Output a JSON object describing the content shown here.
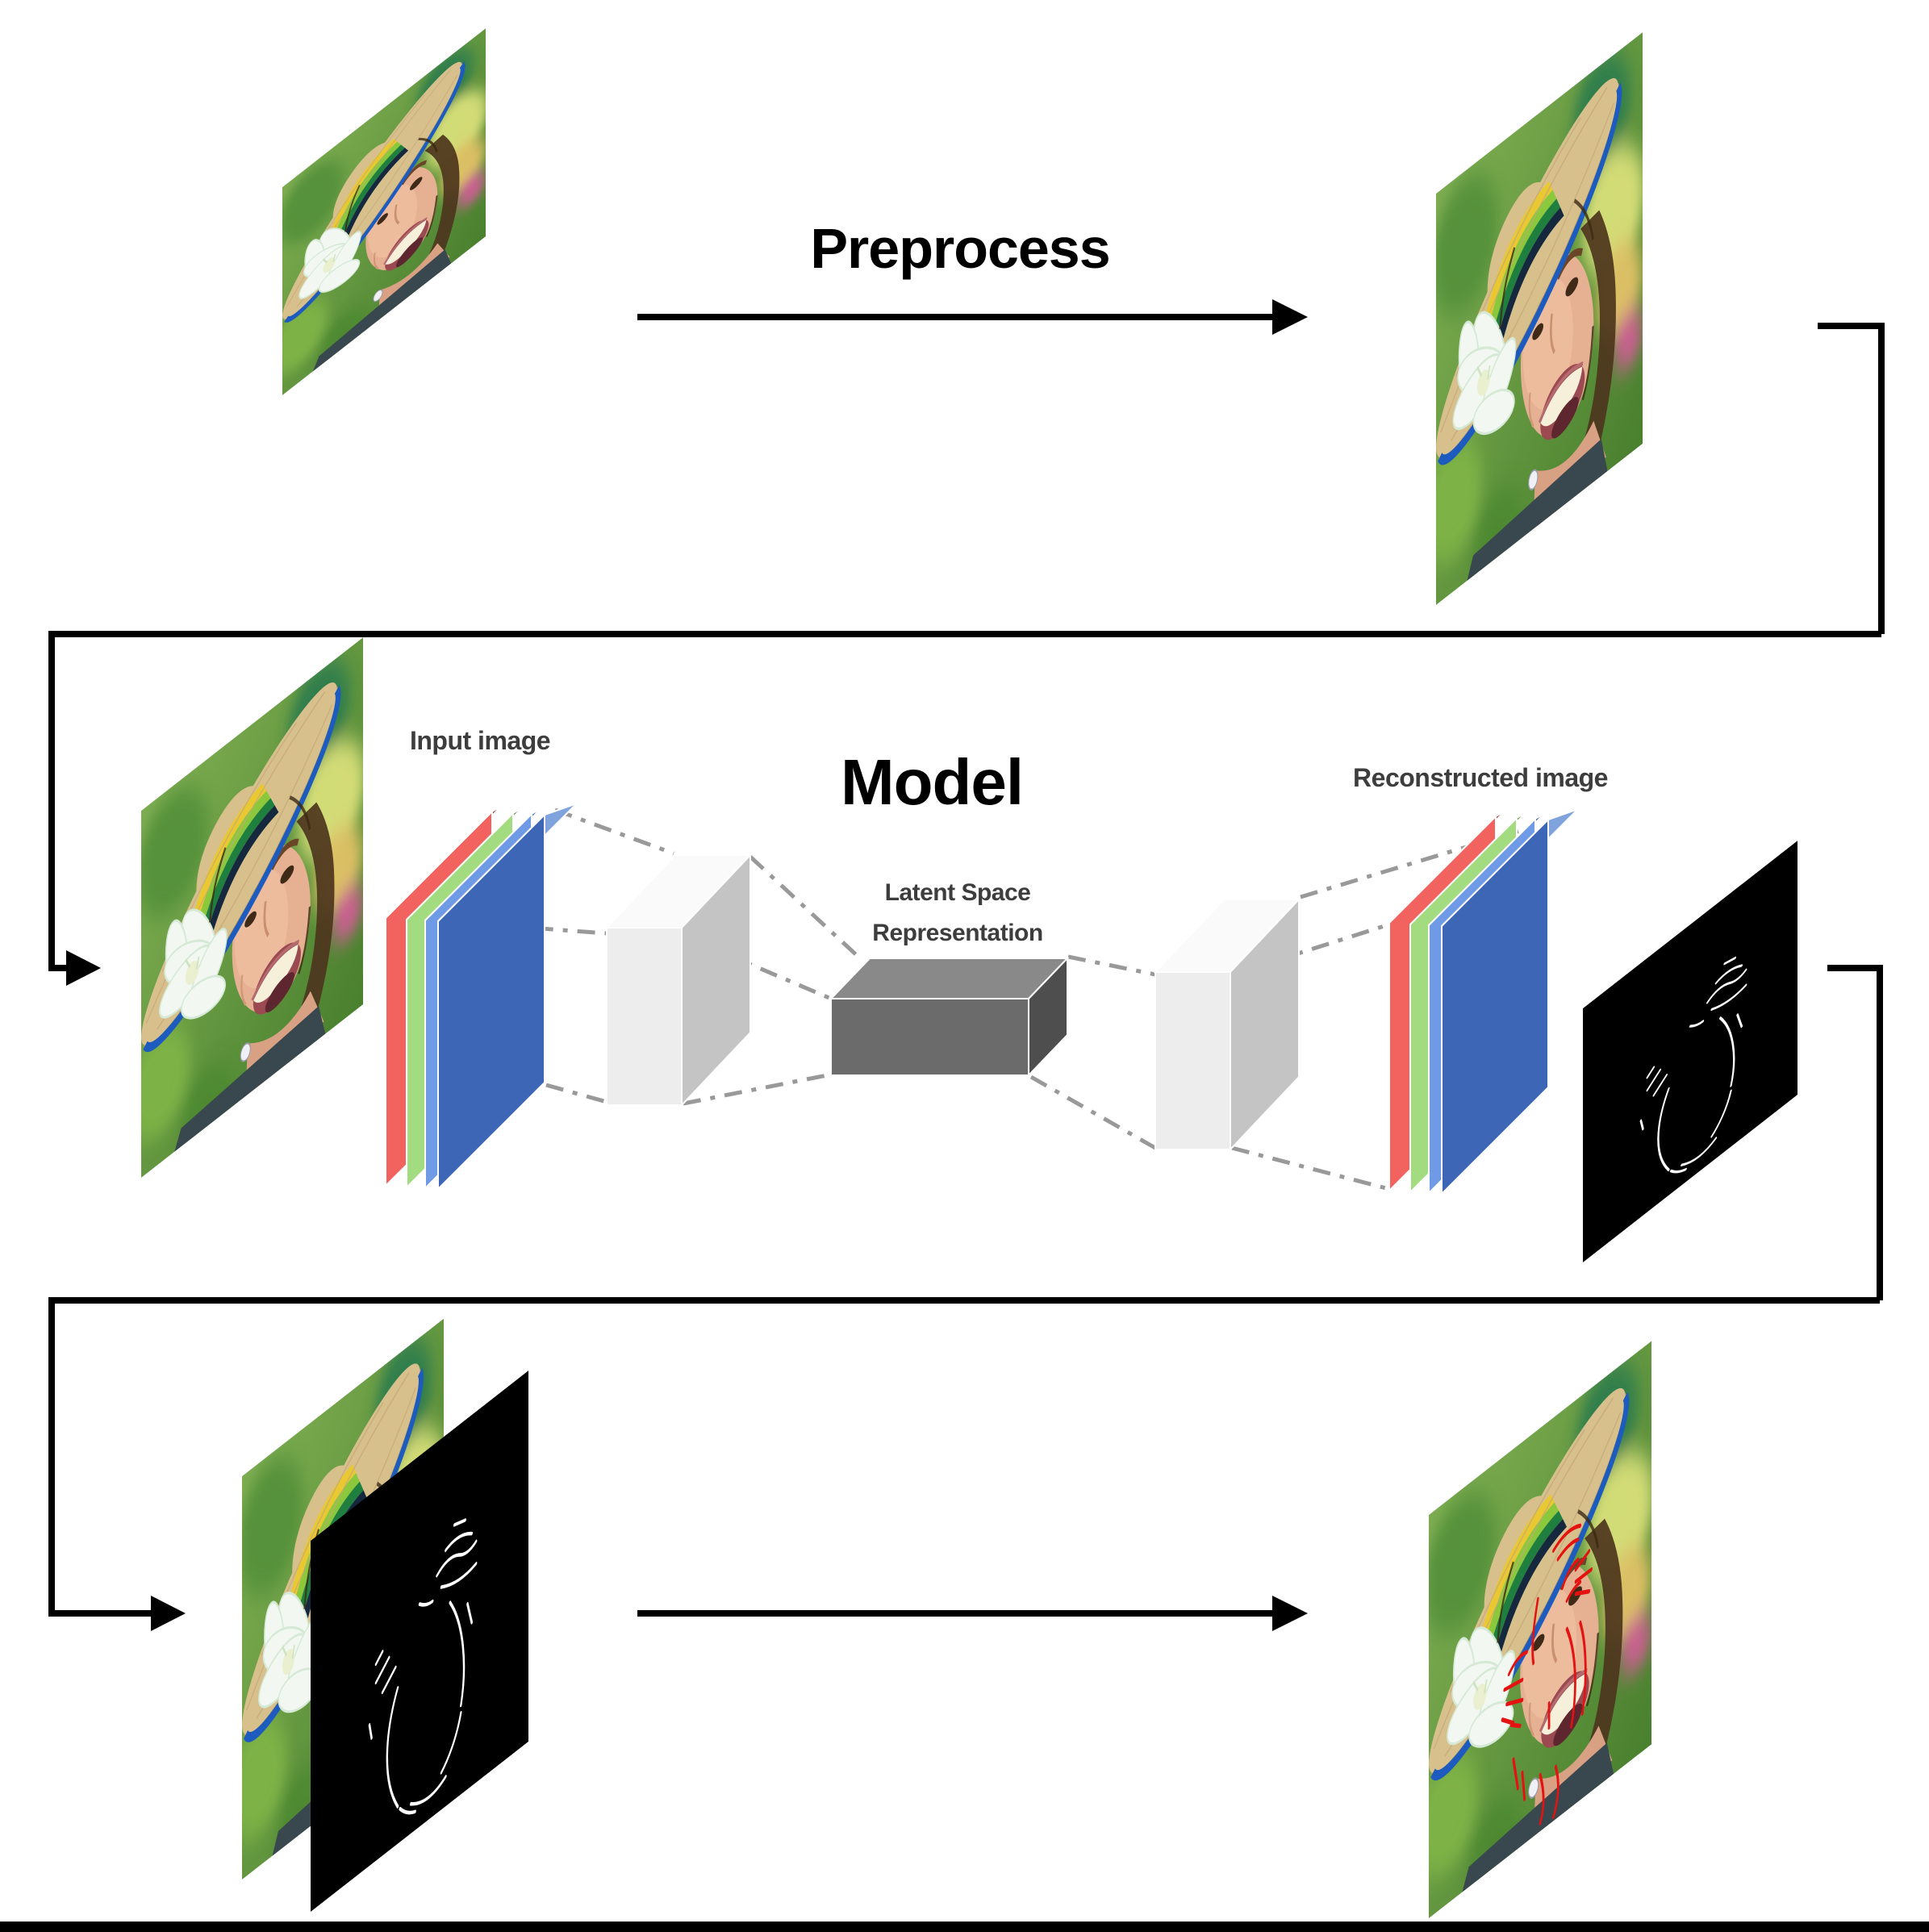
{
  "labels": {
    "preprocess": "Preprocess",
    "model": "Model",
    "input_image": "Input image",
    "latent_space_line1": "Latent Space",
    "latent_space_line2": "Representation",
    "reconstructed_image": "Reconstructed image"
  },
  "colors": {
    "background": "#ffffff",
    "connector": "#000000",
    "dashed_guide": "#999999",
    "channel_red": "#f2625f",
    "channel_red_dark": "#a93733",
    "channel_green": "#a3dc80",
    "channel_green_dark": "#58973f",
    "channel_blue_light": "#6f9be6",
    "channel_blue_light_dark": "#3c66a8",
    "channel_blue": "#3d67b6",
    "channel_blue_top": "#7fa3dd",
    "conv_box_front": "#ededed",
    "conv_box_top": "#fafafa",
    "conv_box_side": "#c4c4c4",
    "latent_box_front": "#6b6b6b",
    "latent_box_top": "#898989",
    "latent_box_side": "#4e4e4e",
    "edge_map_bg": "#000000",
    "edge_map_stroke": "#ffffff",
    "annotation_red": "#e51212"
  }
}
